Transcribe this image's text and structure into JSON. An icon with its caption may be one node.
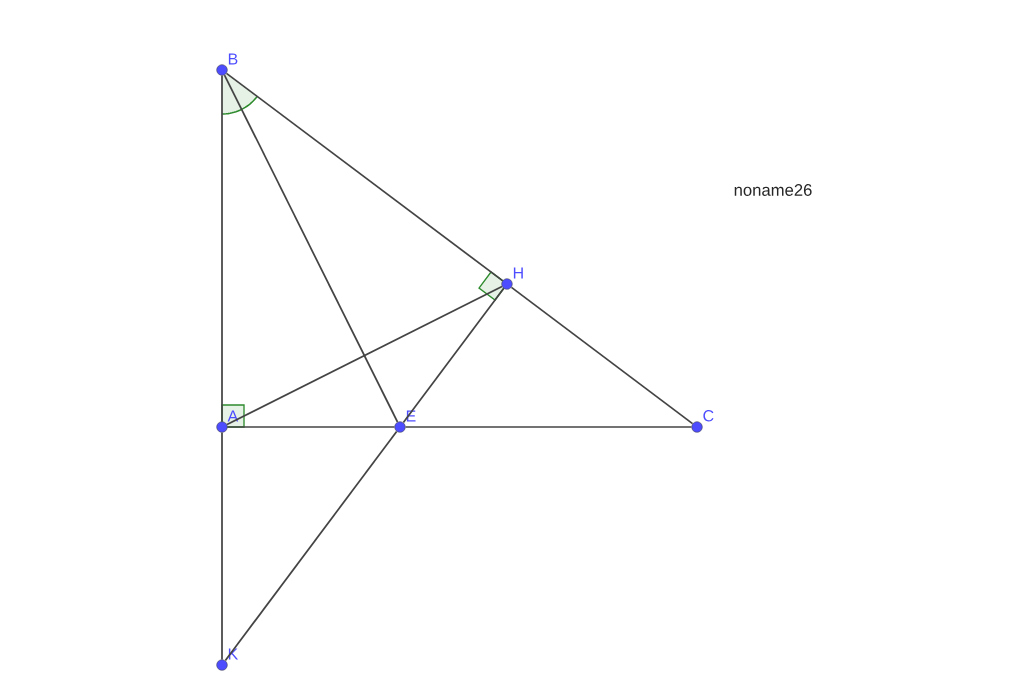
{
  "diagram": {
    "nodes": [
      {
        "text": [
          "B"
        ]
      },
      {
        "text": [
          "H"
        ]
      },
      {
        "text": [
          "A"
        ]
      },
      {
        "text": [
          "E"
        ]
      },
      {
        "text": [
          "C"
        ]
      },
      {
        "text": [
          "K"
        ]
      }
    ],
    "edges": [
      {
        "from": 0,
        "to": 2,
        "arrow": "none"
      },
      {
        "from": 2,
        "to": 5,
        "arrow": "none"
      },
      {
        "from": 0,
        "to": 1,
        "arrow": "none"
      },
      {
        "from": 1,
        "to": 4,
        "arrow": "none"
      },
      {
        "from": 0,
        "to": 3,
        "arrow": "none"
      },
      {
        "from": 2,
        "to": 1,
        "arrow": "none"
      },
      {
        "from": 2,
        "to": 3,
        "arrow": "none"
      },
      {
        "from": 3,
        "to": 4,
        "arrow": "none"
      },
      {
        "from": 1,
        "to": 3,
        "arrow": "none"
      },
      {
        "from": 3,
        "to": 5,
        "arrow": "none"
      }
    ],
    "labels": [
      "noname26"
    ]
  }
}
